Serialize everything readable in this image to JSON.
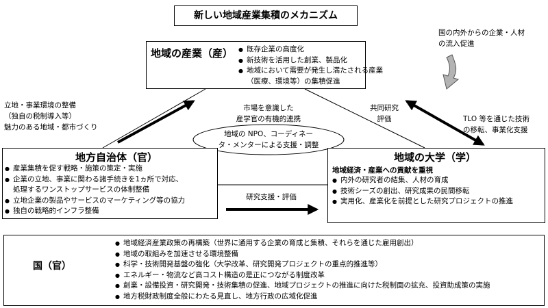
{
  "title": "新しい地域産業集積のメカニズム",
  "industry": {
    "title": "地域の産業（産）",
    "items": [
      "既存企業の高度化",
      "新技術を活用した創業、製品化",
      "地域において需要が発生し満たされる産業",
      "（医療、環境等）の集積促進"
    ]
  },
  "local_gov": {
    "title": "地方自治体（官）",
    "items": [
      "産業集積を促す戦略・施策の策定・実施",
      "企業の立地、事業に関わる諸手続きを1ヵ所で対応、",
      "処理するワンストップサービスの体制整備",
      "立地企業の製品やサービスのマーケティング等の協力",
      "独自の戦略的インフラ整備"
    ]
  },
  "university": {
    "title": "地域の大学（学）",
    "subtitle": "地域経済・産業への貢献を重視",
    "items": [
      "内外の研究者の結集、人材の育成",
      "技術シーズの創出、研究成果の民間移転",
      "実用化、産業化を前提とした研究プロジェクトの推進"
    ]
  },
  "country": {
    "title": "国（官）",
    "items": [
      "地域経済産業政策の再構築（世界に通用する企業の育成と集積、それらを通じた雇用創出）",
      "地域の取組みを加速させる環境整備",
      "科学・技術開発基盤の強化（大学改革、研究開発プロジェクトの重点的推進等）",
      "エネルギー・物流など高コスト構造の是正につながる制度改革",
      "創業・設備投資・研究開発・技術集積の促進、地域プロジェクトの推進に向けた税制面の拡充、投資助成策の実施",
      "地方税財政制度全般にわたる見直し、地方行政の広域化促進"
    ]
  },
  "notes": {
    "inflow": [
      "国の内外からの企業・人材",
      "の流入促進"
    ],
    "left_arrow": [
      "立地・事業環境の整備",
      "（独自の税制導入等）",
      "魅力のある地域・都市づくり"
    ],
    "market": [
      "市場を意識した",
      "産学官の有機的連携"
    ],
    "joint_research": [
      "共同研究",
      "評価"
    ],
    "tlo": [
      "TLO 等を通じた技術",
      "の移転、事業化支援"
    ],
    "npo": [
      "地域の NPO、コーディネー",
      "タ・メンターによる支援・調整"
    ],
    "research_support": "研究支援・評価"
  }
}
